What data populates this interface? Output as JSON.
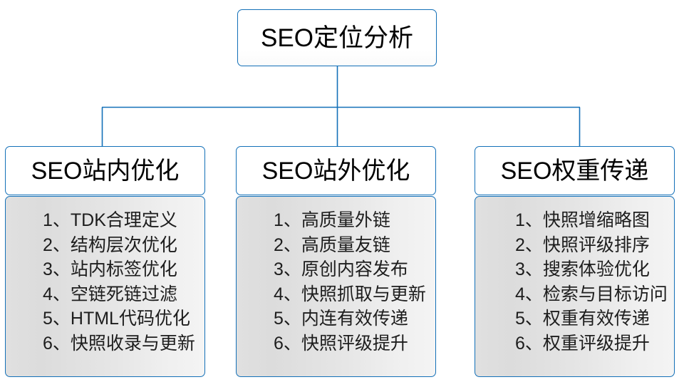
{
  "diagram": {
    "type": "org-chart",
    "root": {
      "label": "SEO定位分析"
    },
    "branches": [
      {
        "header": "SEO站内优化",
        "items": [
          "1、TDK合理定义",
          "2、结构层次优化",
          "3、站内标签优化",
          "4、空链死链过滤",
          "5、HTML代码优化",
          "6、快照收录与更新"
        ]
      },
      {
        "header": "SEO站外优化",
        "items": [
          "1、高质量外链",
          "2、高质量友链",
          "3、原创内容发布",
          "4、快照抓取与更新",
          "5、内连有效传递",
          "6、快照评级提升"
        ]
      },
      {
        "header": "SEO权重传递",
        "items": [
          "1、快照增缩略图",
          "2、快照评级排序",
          "3、搜索体验优化",
          "4、检索与目标访问",
          "5、权重有效传递",
          "6、权重评级提升"
        ]
      }
    ],
    "colors": {
      "border": "#1370b8",
      "connector": "#1370b8",
      "root_fill": "#ffffff",
      "header_fill": "#ffffff",
      "body_fill_left": "#dcdcdc",
      "body_fill_right": "#f4f4f4",
      "text": "#000000",
      "background": "#ffffff"
    }
  }
}
